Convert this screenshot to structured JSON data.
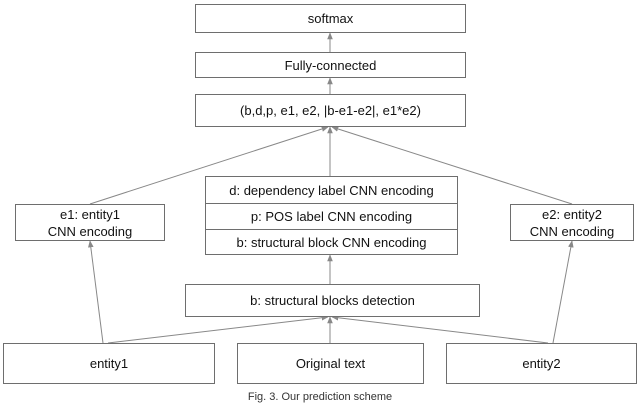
{
  "nodes": {
    "softmax": "softmax",
    "fully_connected": "Fully-connected",
    "concat": "(b,d,p, e1, e2, |b-e1-e2|, e1*e2)",
    "e1_encoding": [
      "e1: entity1",
      "CNN encoding"
    ],
    "e2_encoding": [
      "e2: entity2",
      "CNN encoding"
    ],
    "encodings_stack": [
      "d: dependency label CNN encoding",
      "p: POS label CNN encoding",
      "b: structural block CNN encoding"
    ],
    "block_detection": "b: structural blocks detection",
    "entity1": "entity1",
    "original_text": "Original text",
    "entity2": "entity2"
  },
  "caption": "Fig. 3. Our prediction scheme",
  "colors": {
    "line": "#888888",
    "border": "#6e6e6e"
  }
}
